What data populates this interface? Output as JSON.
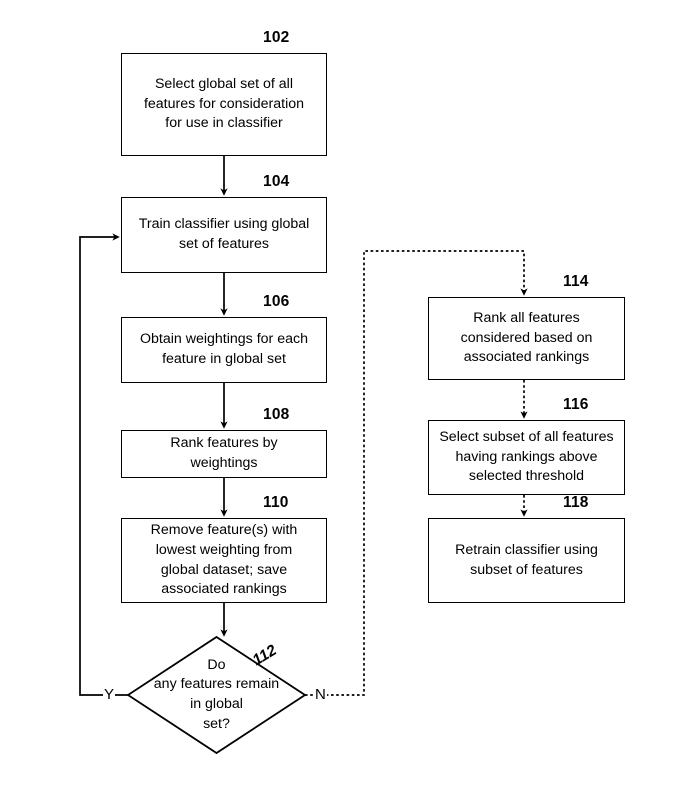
{
  "figure": {
    "type": "flowchart",
    "orientation": "two-column",
    "background": "#ffffff",
    "line_color": "#000000"
  },
  "nodes": [
    {
      "id": "102",
      "ref": "102",
      "shape": "rectangle",
      "text": "Select global set of all\nfeatures for consideration\nfor use in classifier",
      "column": "left"
    },
    {
      "id": "104",
      "ref": "104",
      "shape": "rectangle",
      "text": "Train classifier using global\nset of features",
      "column": "left"
    },
    {
      "id": "106",
      "ref": "106",
      "shape": "rectangle",
      "text": "Obtain weightings for each\nfeature in global set",
      "column": "left"
    },
    {
      "id": "108",
      "ref": "108",
      "shape": "rectangle",
      "text": "Rank features by\nweightings",
      "column": "left"
    },
    {
      "id": "110",
      "ref": "110",
      "shape": "rectangle",
      "text": "Remove feature(s) with\nlowest weighting from\nglobal dataset; save\nassociated rankings",
      "column": "left"
    },
    {
      "id": "112",
      "ref": "112",
      "shape": "diamond",
      "text": "Do\nany features remain\nin global\nset?",
      "column": "left"
    },
    {
      "id": "114",
      "ref": "114",
      "shape": "rectangle",
      "text": "Rank all features\nconsidered based on\nassociated rankings",
      "column": "right"
    },
    {
      "id": "116",
      "ref": "116",
      "shape": "rectangle",
      "text": "Select subset of all features\nhaving rankings above\nselected threshold",
      "column": "right"
    },
    {
      "id": "118",
      "ref": "118",
      "shape": "rectangle",
      "text": "Retrain classifier using\nsubset of features",
      "column": "right"
    }
  ],
  "branch_labels": {
    "yes": "Y",
    "no": "N"
  },
  "edges": [
    {
      "from": "102",
      "to": "104",
      "label": ""
    },
    {
      "from": "104",
      "to": "106",
      "label": ""
    },
    {
      "from": "106",
      "to": "108",
      "label": ""
    },
    {
      "from": "108",
      "to": "110",
      "label": ""
    },
    {
      "from": "110",
      "to": "112",
      "label": ""
    },
    {
      "from": "112",
      "to": "104",
      "label": "Y"
    },
    {
      "from": "112",
      "to": "114",
      "label": "N"
    },
    {
      "from": "114",
      "to": "116",
      "label": ""
    },
    {
      "from": "116",
      "to": "118",
      "label": ""
    }
  ]
}
